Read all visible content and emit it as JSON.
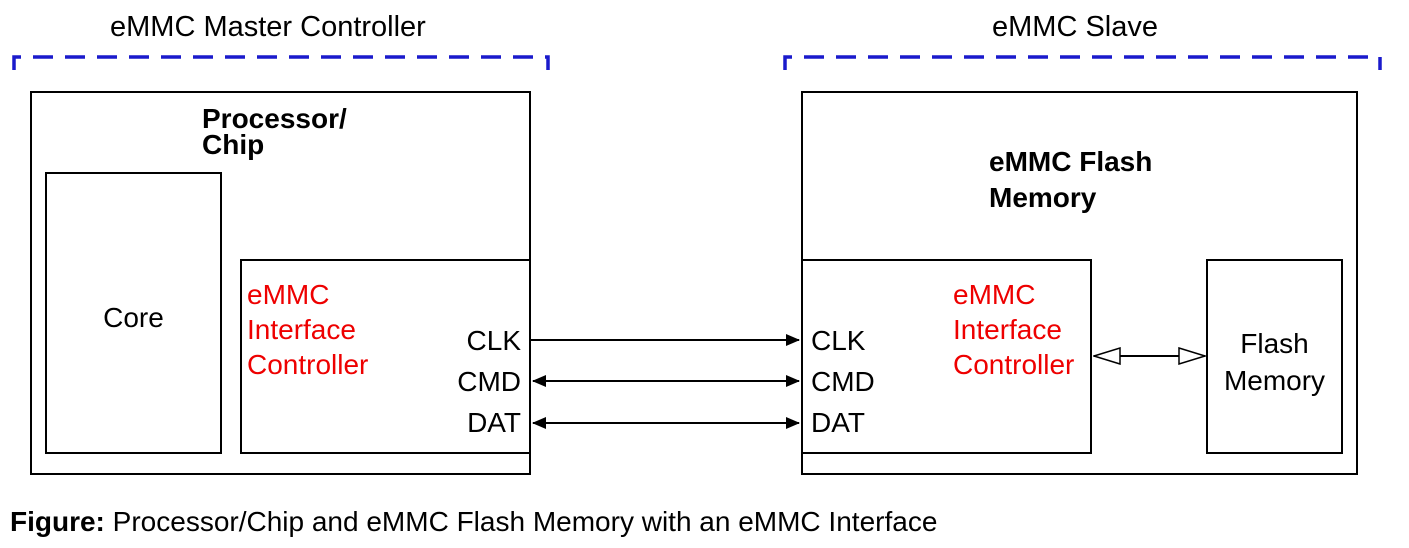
{
  "master": {
    "group_label": "eMMC Master Controller",
    "chip_title_line1": "Processor/",
    "chip_title_line2": "Chip",
    "core_label": "Core",
    "interface_line1": "eMMC",
    "interface_line2": "Interface",
    "interface_line3": "Controller",
    "signals": [
      "CLK",
      "CMD",
      "DAT"
    ]
  },
  "slave": {
    "group_label": "eMMC Slave",
    "flash_title_line1": "eMMC Flash",
    "flash_title_line2": "Memory",
    "interface_line1": "eMMC",
    "interface_line2": "Interface",
    "interface_line3": "Controller",
    "signals": [
      "CLK",
      "CMD",
      "DAT"
    ],
    "flash_memory_line1": "Flash",
    "flash_memory_line2": "Memory"
  },
  "connections": [
    {
      "signal": "CLK",
      "direction": "master-to-slave"
    },
    {
      "signal": "CMD",
      "direction": "bidirectional"
    },
    {
      "signal": "DAT",
      "direction": "bidirectional"
    }
  ],
  "caption": {
    "label": "Figure:",
    "text": " Processor/Chip and eMMC Flash Memory with an eMMC Interface"
  },
  "colors": {
    "group_dash": "#1a1acc",
    "interface_text": "#ee0000",
    "stroke": "#000000"
  }
}
